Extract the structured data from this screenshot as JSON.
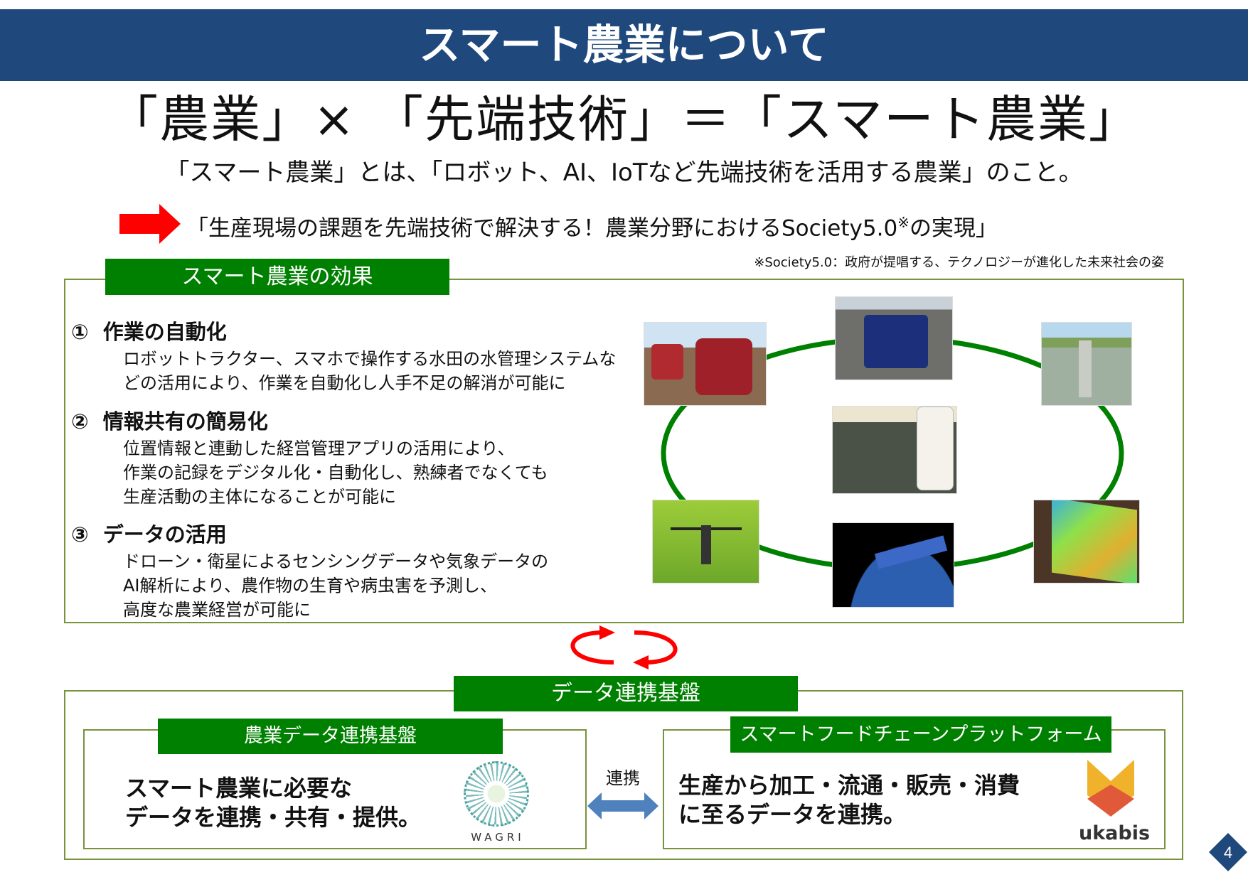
{
  "header": {
    "title": "スマート農業について"
  },
  "formula": "「農業」× 「先端技術」＝「スマート農業」",
  "definition": "「スマート農業」とは、「ロボット、AI、IoTなど先端技術を活用する農業」のこと。",
  "goal": {
    "text_before": "「生産現場の課題を先端技術で解決する！農業分野におけるSociety5.0",
    "mark": "※",
    "text_after": "の実現」"
  },
  "footnote": "※Society5.0：政府が提唱する、テクノロジーが進化した未来社会の姿",
  "effects": {
    "label": "スマート農業の効果",
    "items": [
      {
        "num": "①",
        "title": "作業の自動化",
        "lines": [
          "ロボットトラクター、スマホで操作する水田の水管理システムな",
          "どの活用により、作業を自動化し人手不足の解消が可能に"
        ]
      },
      {
        "num": "②",
        "title": "情報共有の簡易化",
        "lines": [
          "位置情報と連動した経営管理アプリの活用により、",
          "作業の記録をデジタル化・自動化し、熟練者でなくても",
          "生産活動の主体になることが可能に"
        ]
      },
      {
        "num": "③",
        "title": "データの活用",
        "lines": [
          "ドローン・衛星によるセンシングデータや気象データの",
          "AI解析により、農作物の生育や病虫害を予測し、",
          "高度な農業経営が可能に"
        ]
      }
    ],
    "photos": [
      "robot-tractor",
      "rice-transplanter",
      "water-management-sensor",
      "farm-management-app",
      "drone",
      "satellite",
      "sensing-map"
    ]
  },
  "data_platform": {
    "label": "データ連携基盤",
    "link_label": "連携",
    "left": {
      "label": "農業データ連携基盤",
      "lines": [
        "スマート農業に必要な",
        "データを連携・共有・提供。"
      ],
      "logo_text": "WAGRI"
    },
    "right": {
      "label": "スマートフードチェーンプラットフォーム",
      "lines": [
        "生産から加工・流通・販売・消費",
        "に至るデータを連携。"
      ],
      "logo_text": "ukabis"
    }
  },
  "page_number": "4",
  "colors": {
    "header": "#1f497d",
    "green": "#008000",
    "border": "#77933c",
    "red": "#ff0000",
    "link_arrow": "#4f81bd"
  }
}
